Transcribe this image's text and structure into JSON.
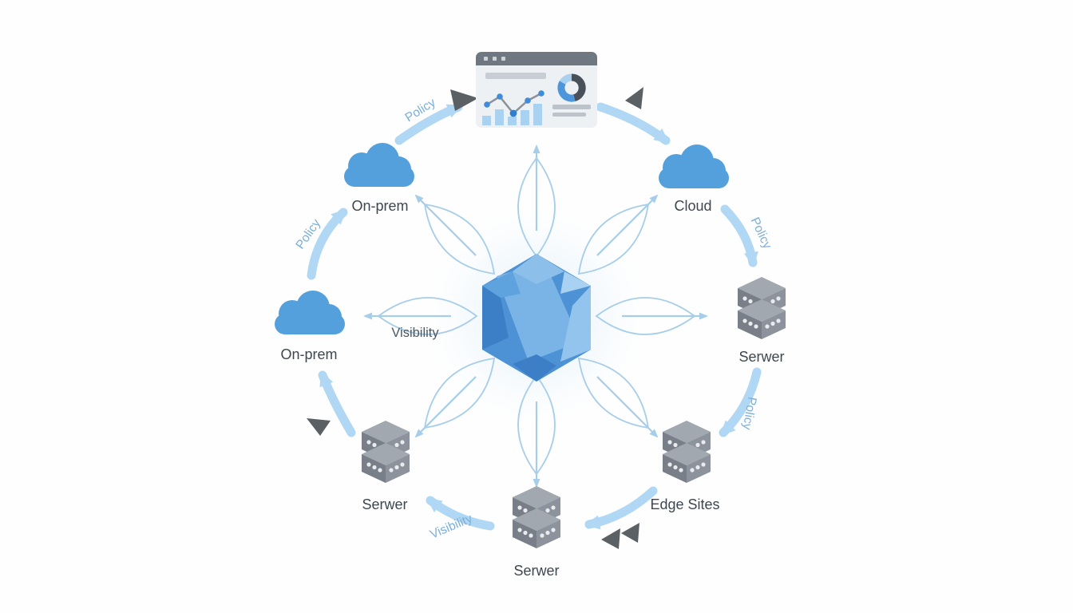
{
  "diagram": {
    "nodes": [
      {
        "id": "dashboard",
        "label": ""
      },
      {
        "id": "onprem-top-left",
        "label": "On-prem"
      },
      {
        "id": "cloud-top-right",
        "label": "Cloud"
      },
      {
        "id": "onprem-left",
        "label": "On-prem"
      },
      {
        "id": "server-right",
        "label": "Serwer"
      },
      {
        "id": "server-bottom-left",
        "label": "Serwer"
      },
      {
        "id": "edge-sites",
        "label": "Edge Sites"
      },
      {
        "id": "server-bottom",
        "label": "Serwer"
      }
    ],
    "flow_labels": {
      "policy_west": "Policy",
      "policy_northwest": "Policy",
      "policy_east": "Policy",
      "policy_southeast": "Policy",
      "visibility_south": "Visibility",
      "visibility_center": "Visibility"
    },
    "colors": {
      "ring_arrow_blue": "#b0d7f3",
      "petal_line_blue": "#a6cde9",
      "cloud_blue": "#54a0dc",
      "gem_blue": "#4e92d6",
      "server_gray": "#8c939c",
      "accent_triangle_gray": "#5b6065",
      "node_label_gray": "#3e4750",
      "flow_label_blue": "#7aafd9"
    }
  }
}
